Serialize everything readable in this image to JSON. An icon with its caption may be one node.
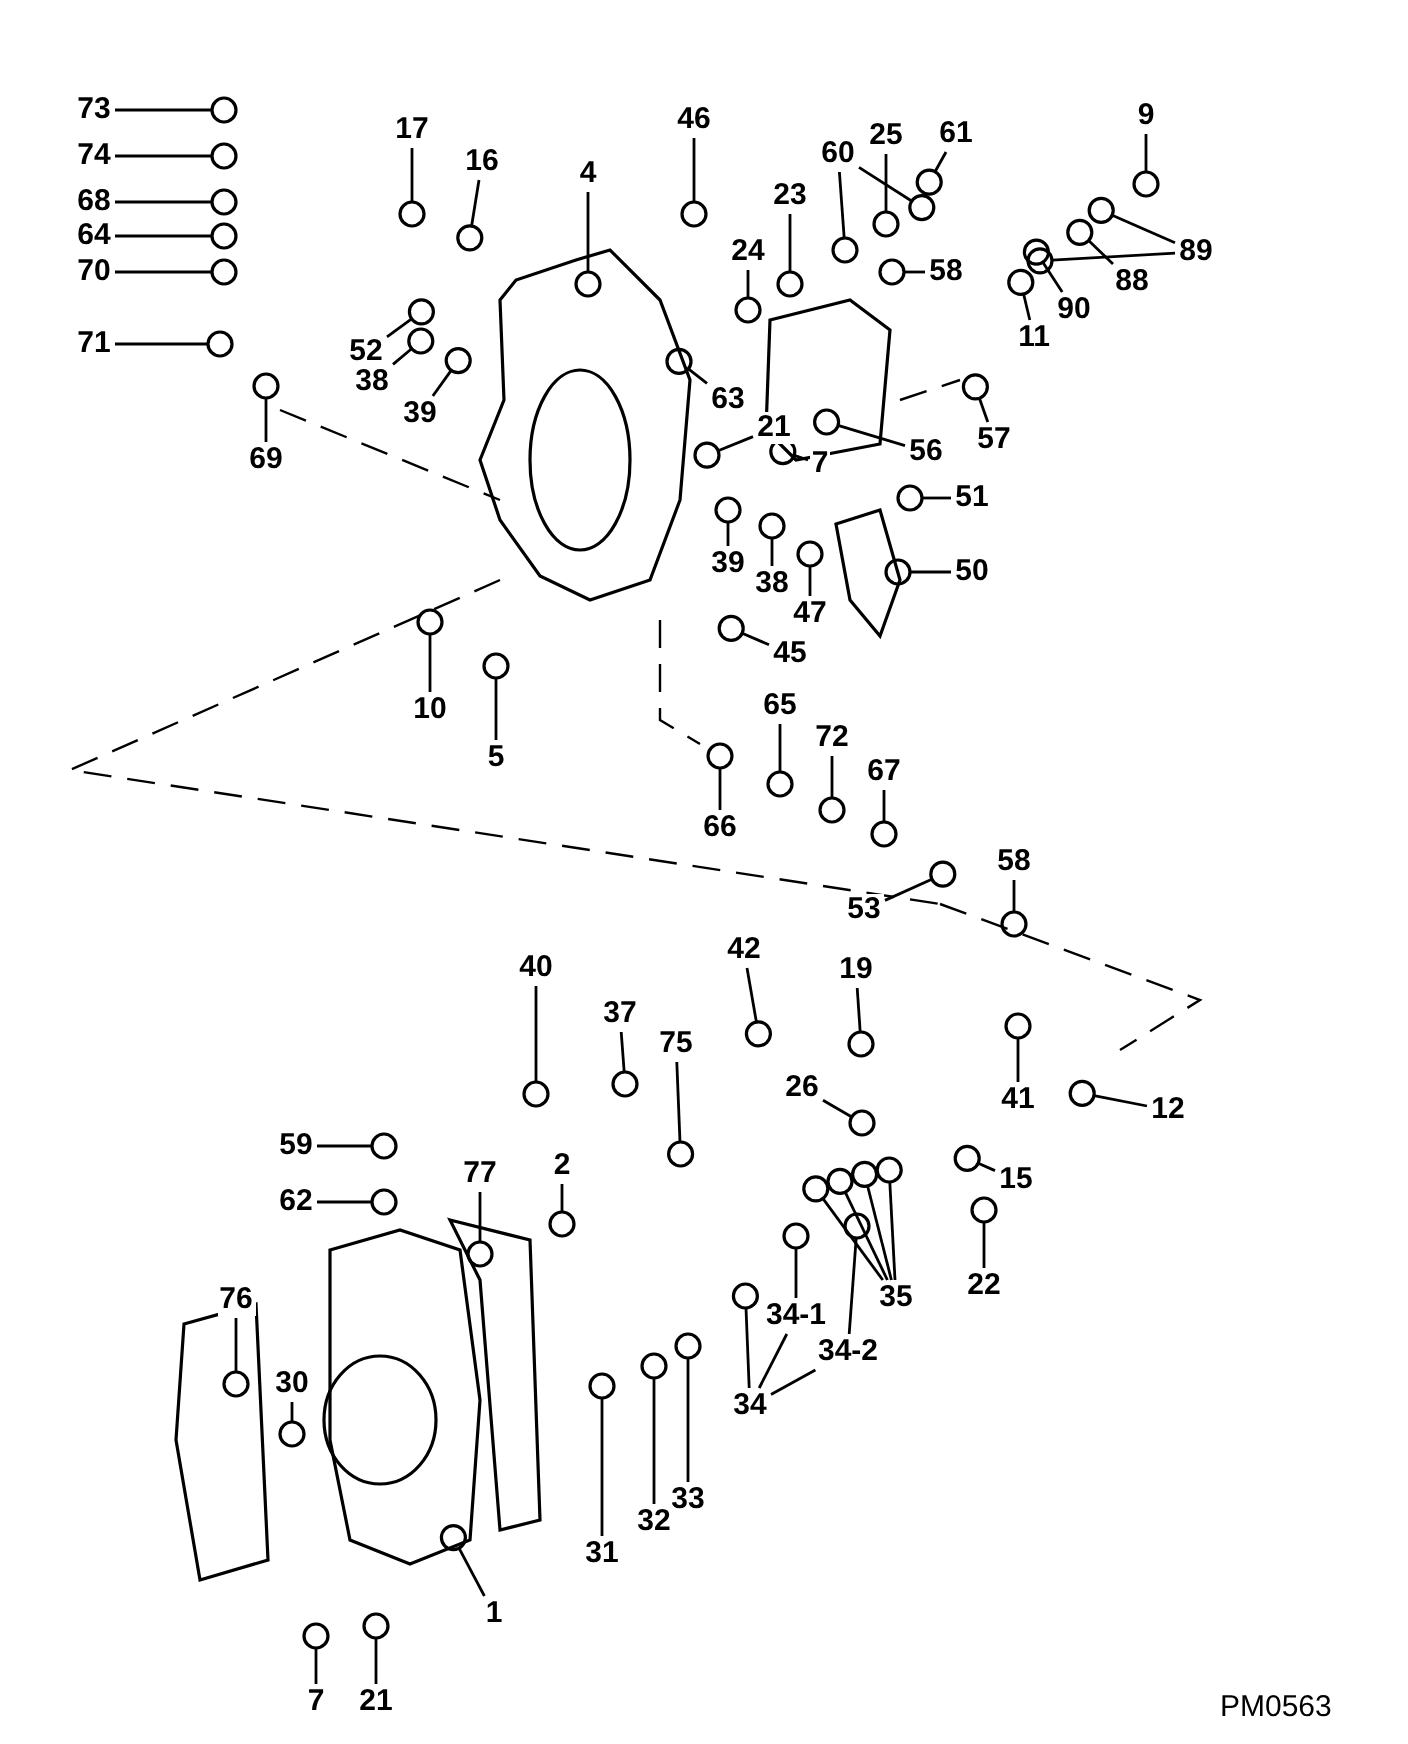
{
  "diagram": {
    "nodes": [
      {
        "text": [
          "73"
        ]
      },
      {
        "text": [
          "74"
        ]
      },
      {
        "text": [
          "68"
        ]
      },
      {
        "text": [
          "64"
        ]
      },
      {
        "text": [
          "70"
        ]
      },
      {
        "text": [
          "71"
        ]
      },
      {
        "text": [
          "17"
        ]
      },
      {
        "text": [
          "16"
        ]
      },
      {
        "text": [
          "4"
        ]
      },
      {
        "text": [
          "46"
        ]
      },
      {
        "text": [
          "23"
        ]
      },
      {
        "text": [
          "24"
        ]
      },
      {
        "text": [
          "60"
        ]
      },
      {
        "text": [
          "25"
        ]
      },
      {
        "text": [
          "61"
        ]
      },
      {
        "text": [
          "9"
        ]
      },
      {
        "text": [
          "89"
        ]
      },
      {
        "text": [
          "88"
        ]
      },
      {
        "text": [
          "90"
        ]
      },
      {
        "text": [
          "58"
        ]
      },
      {
        "text": [
          "11"
        ]
      },
      {
        "text": [
          "52"
        ]
      },
      {
        "text": [
          "38"
        ]
      },
      {
        "text": [
          "39"
        ]
      },
      {
        "text": [
          "69"
        ]
      },
      {
        "text": [
          "63"
        ]
      },
      {
        "text": [
          "21"
        ]
      },
      {
        "text": [
          "7"
        ]
      },
      {
        "text": [
          "56"
        ]
      },
      {
        "text": [
          "57"
        ]
      },
      {
        "text": [
          "51"
        ]
      },
      {
        "text": [
          "39"
        ]
      },
      {
        "text": [
          "38"
        ]
      },
      {
        "text": [
          "47"
        ]
      },
      {
        "text": [
          "50"
        ]
      },
      {
        "text": [
          "45"
        ]
      },
      {
        "text": [
          "10"
        ]
      },
      {
        "text": [
          "5"
        ]
      },
      {
        "text": [
          "65"
        ]
      },
      {
        "text": [
          "72"
        ]
      },
      {
        "text": [
          "67"
        ]
      },
      {
        "text": [
          "66"
        ]
      },
      {
        "text": [
          "58"
        ]
      },
      {
        "text": [
          "53"
        ]
      },
      {
        "text": [
          "40"
        ]
      },
      {
        "text": [
          "42"
        ]
      },
      {
        "text": [
          "19"
        ]
      },
      {
        "text": [
          "37"
        ]
      },
      {
        "text": [
          "75"
        ]
      },
      {
        "text": [
          "26"
        ]
      },
      {
        "text": [
          "41"
        ]
      },
      {
        "text": [
          "12"
        ]
      },
      {
        "text": [
          "59"
        ]
      },
      {
        "text": [
          "2"
        ]
      },
      {
        "text": [
          "77"
        ]
      },
      {
        "text": [
          "15"
        ]
      },
      {
        "text": [
          "62"
        ]
      },
      {
        "text": [
          "22"
        ]
      },
      {
        "text": [
          "35"
        ]
      },
      {
        "text": [
          "76"
        ]
      },
      {
        "text": [
          "34-1"
        ]
      },
      {
        "text": [
          "34-2"
        ]
      },
      {
        "text": [
          "30"
        ]
      },
      {
        "text": [
          "34"
        ]
      },
      {
        "text": [
          "33"
        ]
      },
      {
        "text": [
          "32"
        ]
      },
      {
        "text": [
          "31"
        ]
      },
      {
        "text": [
          "1"
        ]
      },
      {
        "text": [
          "7"
        ]
      },
      {
        "text": [
          "21"
        ]
      },
      {
        "text": [],
        "shape": "circle"
      },
      {
        "text": [],
        "shape": "circle"
      },
      {
        "text": [],
        "shape": "circle"
      },
      {
        "text": [],
        "shape": "circle"
      },
      {
        "text": [],
        "shape": "circle"
      },
      {
        "text": [],
        "shape": "circle"
      },
      {
        "text": [],
        "shape": "circle"
      },
      {
        "text": [],
        "shape": "circle"
      },
      {
        "text": [],
        "shape": "circle"
      },
      {
        "text": [],
        "shape": "circle"
      },
      {
        "text": [],
        "shape": "circle"
      },
      {
        "text": [],
        "shape": "circle"
      },
      {
        "text": [],
        "shape": "circle"
      },
      {
        "text": [],
        "shape": "circle"
      },
      {
        "text": [],
        "shape": "circle"
      },
      {
        "text": [],
        "shape": "circle"
      },
      {
        "text": [],
        "shape": "circle"
      },
      {
        "text": [],
        "shape": "circle"
      },
      {
        "text": [],
        "shape": "circle"
      },
      {
        "text": [],
        "shape": "circle"
      },
      {
        "text": [],
        "shape": "circle"
      },
      {
        "text": [],
        "shape": "circle"
      },
      {
        "text": [],
        "shape": "circle"
      },
      {
        "text": [],
        "shape": "circle"
      },
      {
        "text": [],
        "shape": "circle"
      },
      {
        "text": [],
        "shape": "circle"
      },
      {
        "text": [],
        "shape": "circle"
      },
      {
        "text": [],
        "shape": "circle"
      },
      {
        "text": [],
        "shape": "circle"
      },
      {
        "text": [],
        "shape": "circle"
      },
      {
        "text": [],
        "shape": "circle"
      },
      {
        "text": [],
        "shape": "circle"
      },
      {
        "text": [],
        "shape": "circle"
      },
      {
        "text": [],
        "shape": "circle"
      },
      {
        "text": [],
        "shape": "circle"
      },
      {
        "text": [],
        "shape": "circle"
      },
      {
        "text": [],
        "shape": "circle"
      },
      {
        "text": [],
        "shape": "circle"
      },
      {
        "text": [],
        "shape": "circle"
      },
      {
        "text": [],
        "shape": "circle"
      },
      {
        "text": [],
        "shape": "circle"
      },
      {
        "text": [],
        "shape": "circle"
      },
      {
        "text": [],
        "shape": "circle"
      },
      {
        "text": [],
        "shape": "circle"
      },
      {
        "text": [],
        "shape": "circle"
      },
      {
        "text": [],
        "shape": "circle"
      },
      {
        "text": [],
        "shape": "circle"
      },
      {
        "text": [],
        "shape": "circle"
      },
      {
        "text": [],
        "shape": "circle"
      },
      {
        "text": [],
        "shape": "circle"
      },
      {
        "text": [],
        "shape": "circle"
      },
      {
        "text": [],
        "shape": "circle"
      },
      {
        "text": [],
        "shape": "circle"
      },
      {
        "text": [],
        "shape": "circle"
      },
      {
        "text": [],
        "shape": "circle"
      },
      {
        "text": [],
        "shape": "circle"
      },
      {
        "text": [],
        "shape": "circle"
      },
      {
        "text": [],
        "shape": "circle"
      },
      {
        "text": [],
        "shape": "circle"
      },
      {
        "text": [],
        "shape": "circle"
      },
      {
        "text": [],
        "shape": "circle"
      },
      {
        "text": [],
        "shape": "circle"
      },
      {
        "text": [],
        "shape": "circle"
      },
      {
        "text": [],
        "shape": "circle"
      },
      {
        "text": [],
        "shape": "circle"
      },
      {
        "text": [],
        "shape": "circle"
      },
      {
        "text": [],
        "shape": "circle"
      },
      {
        "text": [],
        "shape": "circle"
      },
      {
        "text": [],
        "shape": "circle"
      },
      {
        "text": [],
        "shape": "circle"
      },
      {
        "text": [],
        "shape": "circle"
      },
      {
        "text": [],
        "shape": "circle"
      },
      {
        "text": [],
        "shape": "circle"
      },
      {
        "text": [],
        "shape": "circle"
      },
      {
        "text": [],
        "shape": "circle"
      }
    ],
    "edges": [
      {
        "from": 0,
        "to": 70,
        "arrow": "none"
      },
      {
        "from": 1,
        "to": 71,
        "arrow": "none"
      },
      {
        "from": 2,
        "to": 72,
        "arrow": "none"
      },
      {
        "from": 3,
        "to": 73,
        "arrow": "none"
      },
      {
        "from": 4,
        "to": 74,
        "arrow": "none"
      },
      {
        "from": 5,
        "to": 75,
        "arrow": "none"
      },
      {
        "from": 6,
        "to": 76,
        "arrow": "none"
      },
      {
        "from": 7,
        "to": 77,
        "arrow": "none"
      },
      {
        "from": 8,
        "to": 78,
        "arrow": "none"
      },
      {
        "from": 9,
        "to": 79,
        "arrow": "none"
      },
      {
        "from": 10,
        "to": 80,
        "arrow": "none"
      },
      {
        "from": 11,
        "to": 81,
        "arrow": "none"
      },
      {
        "from": 12,
        "to": 82,
        "arrow": "none"
      },
      {
        "from": 12,
        "to": 83,
        "arrow": "none"
      },
      {
        "from": 13,
        "to": 84,
        "arrow": "none"
      },
      {
        "from": 14,
        "to": 85,
        "arrow": "none"
      },
      {
        "from": 15,
        "to": 86,
        "arrow": "none"
      },
      {
        "from": 16,
        "to": 87,
        "arrow": "none"
      },
      {
        "from": 16,
        "to": 88,
        "arrow": "none"
      },
      {
        "from": 17,
        "to": 89,
        "arrow": "none"
      },
      {
        "from": 18,
        "to": 90,
        "arrow": "none"
      },
      {
        "from": 19,
        "to": 91,
        "arrow": "none"
      },
      {
        "from": 20,
        "to": 92,
        "arrow": "none"
      },
      {
        "from": 21,
        "to": 93,
        "arrow": "none"
      },
      {
        "from": 22,
        "to": 94,
        "arrow": "none"
      },
      {
        "from": 23,
        "to": 95,
        "arrow": "none"
      },
      {
        "from": 24,
        "to": 96,
        "arrow": "none"
      },
      {
        "from": 25,
        "to": 97,
        "arrow": "none"
      },
      {
        "from": 26,
        "to": 98,
        "arrow": "none"
      },
      {
        "from": 27,
        "to": 99,
        "arrow": "none"
      },
      {
        "from": 28,
        "to": 100,
        "arrow": "none"
      },
      {
        "from": 29,
        "to": 101,
        "arrow": "none"
      },
      {
        "from": 30,
        "to": 102,
        "arrow": "none"
      },
      {
        "from": 31,
        "to": 103,
        "arrow": "none"
      },
      {
        "from": 32,
        "to": 104,
        "arrow": "none"
      },
      {
        "from": 33,
        "to": 105,
        "arrow": "none"
      },
      {
        "from": 34,
        "to": 106,
        "arrow": "none"
      },
      {
        "from": 35,
        "to": 107,
        "arrow": "none"
      },
      {
        "from": 36,
        "to": 108,
        "arrow": "none"
      },
      {
        "from": 37,
        "to": 109,
        "arrow": "none"
      },
      {
        "from": 38,
        "to": 110,
        "arrow": "none"
      },
      {
        "from": 39,
        "to": 111,
        "arrow": "none"
      },
      {
        "from": 40,
        "to": 112,
        "arrow": "none"
      },
      {
        "from": 41,
        "to": 113,
        "arrow": "none"
      },
      {
        "from": 42,
        "to": 114,
        "arrow": "none"
      },
      {
        "from": 43,
        "to": 115,
        "arrow": "none"
      },
      {
        "from": 44,
        "to": 116,
        "arrow": "none"
      },
      {
        "from": 45,
        "to": 117,
        "arrow": "none"
      },
      {
        "from": 46,
        "to": 118,
        "arrow": "none"
      },
      {
        "from": 47,
        "to": 119,
        "arrow": "none"
      },
      {
        "from": 48,
        "to": 120,
        "arrow": "none"
      },
      {
        "from": 49,
        "to": 121,
        "arrow": "none"
      },
      {
        "from": 50,
        "to": 122,
        "arrow": "none"
      },
      {
        "from": 51,
        "to": 123,
        "arrow": "none"
      },
      {
        "from": 52,
        "to": 124,
        "arrow": "none"
      },
      {
        "from": 53,
        "to": 125,
        "arrow": "none"
      },
      {
        "from": 54,
        "to": 126,
        "arrow": "none"
      },
      {
        "from": 55,
        "to": 127,
        "arrow": "none"
      },
      {
        "from": 56,
        "to": 128,
        "arrow": "none"
      },
      {
        "from": 57,
        "to": 129,
        "arrow": "none"
      },
      {
        "from": 58,
        "to": 130,
        "arrow": "none"
      },
      {
        "from": 58,
        "to": 131,
        "arrow": "none"
      },
      {
        "from": 58,
        "to": 132,
        "arrow": "none"
      },
      {
        "from": 58,
        "to": 133,
        "arrow": "none"
      },
      {
        "from": 59,
        "to": 134,
        "arrow": "none"
      },
      {
        "from": 60,
        "to": 135,
        "arrow": "none"
      },
      {
        "from": 61,
        "to": 136,
        "arrow": "none"
      },
      {
        "from": 62,
        "to": 137,
        "arrow": "none"
      },
      {
        "from": 63,
        "to": 138,
        "arrow": "none"
      },
      {
        "from": 64,
        "to": 139,
        "arrow": "none"
      },
      {
        "from": 65,
        "to": 140,
        "arrow": "none"
      },
      {
        "from": 66,
        "to": 141,
        "arrow": "none"
      },
      {
        "from": 67,
        "to": 142,
        "arrow": "none"
      },
      {
        "from": 68,
        "to": 143,
        "arrow": "none"
      },
      {
        "from": 69,
        "to": 144,
        "arrow": "none"
      },
      {
        "from": 63,
        "to": 60,
        "arrow": "none"
      },
      {
        "from": 63,
        "to": 61,
        "arrow": "none"
      }
    ],
    "labels": [
      "PM0563"
    ]
  }
}
